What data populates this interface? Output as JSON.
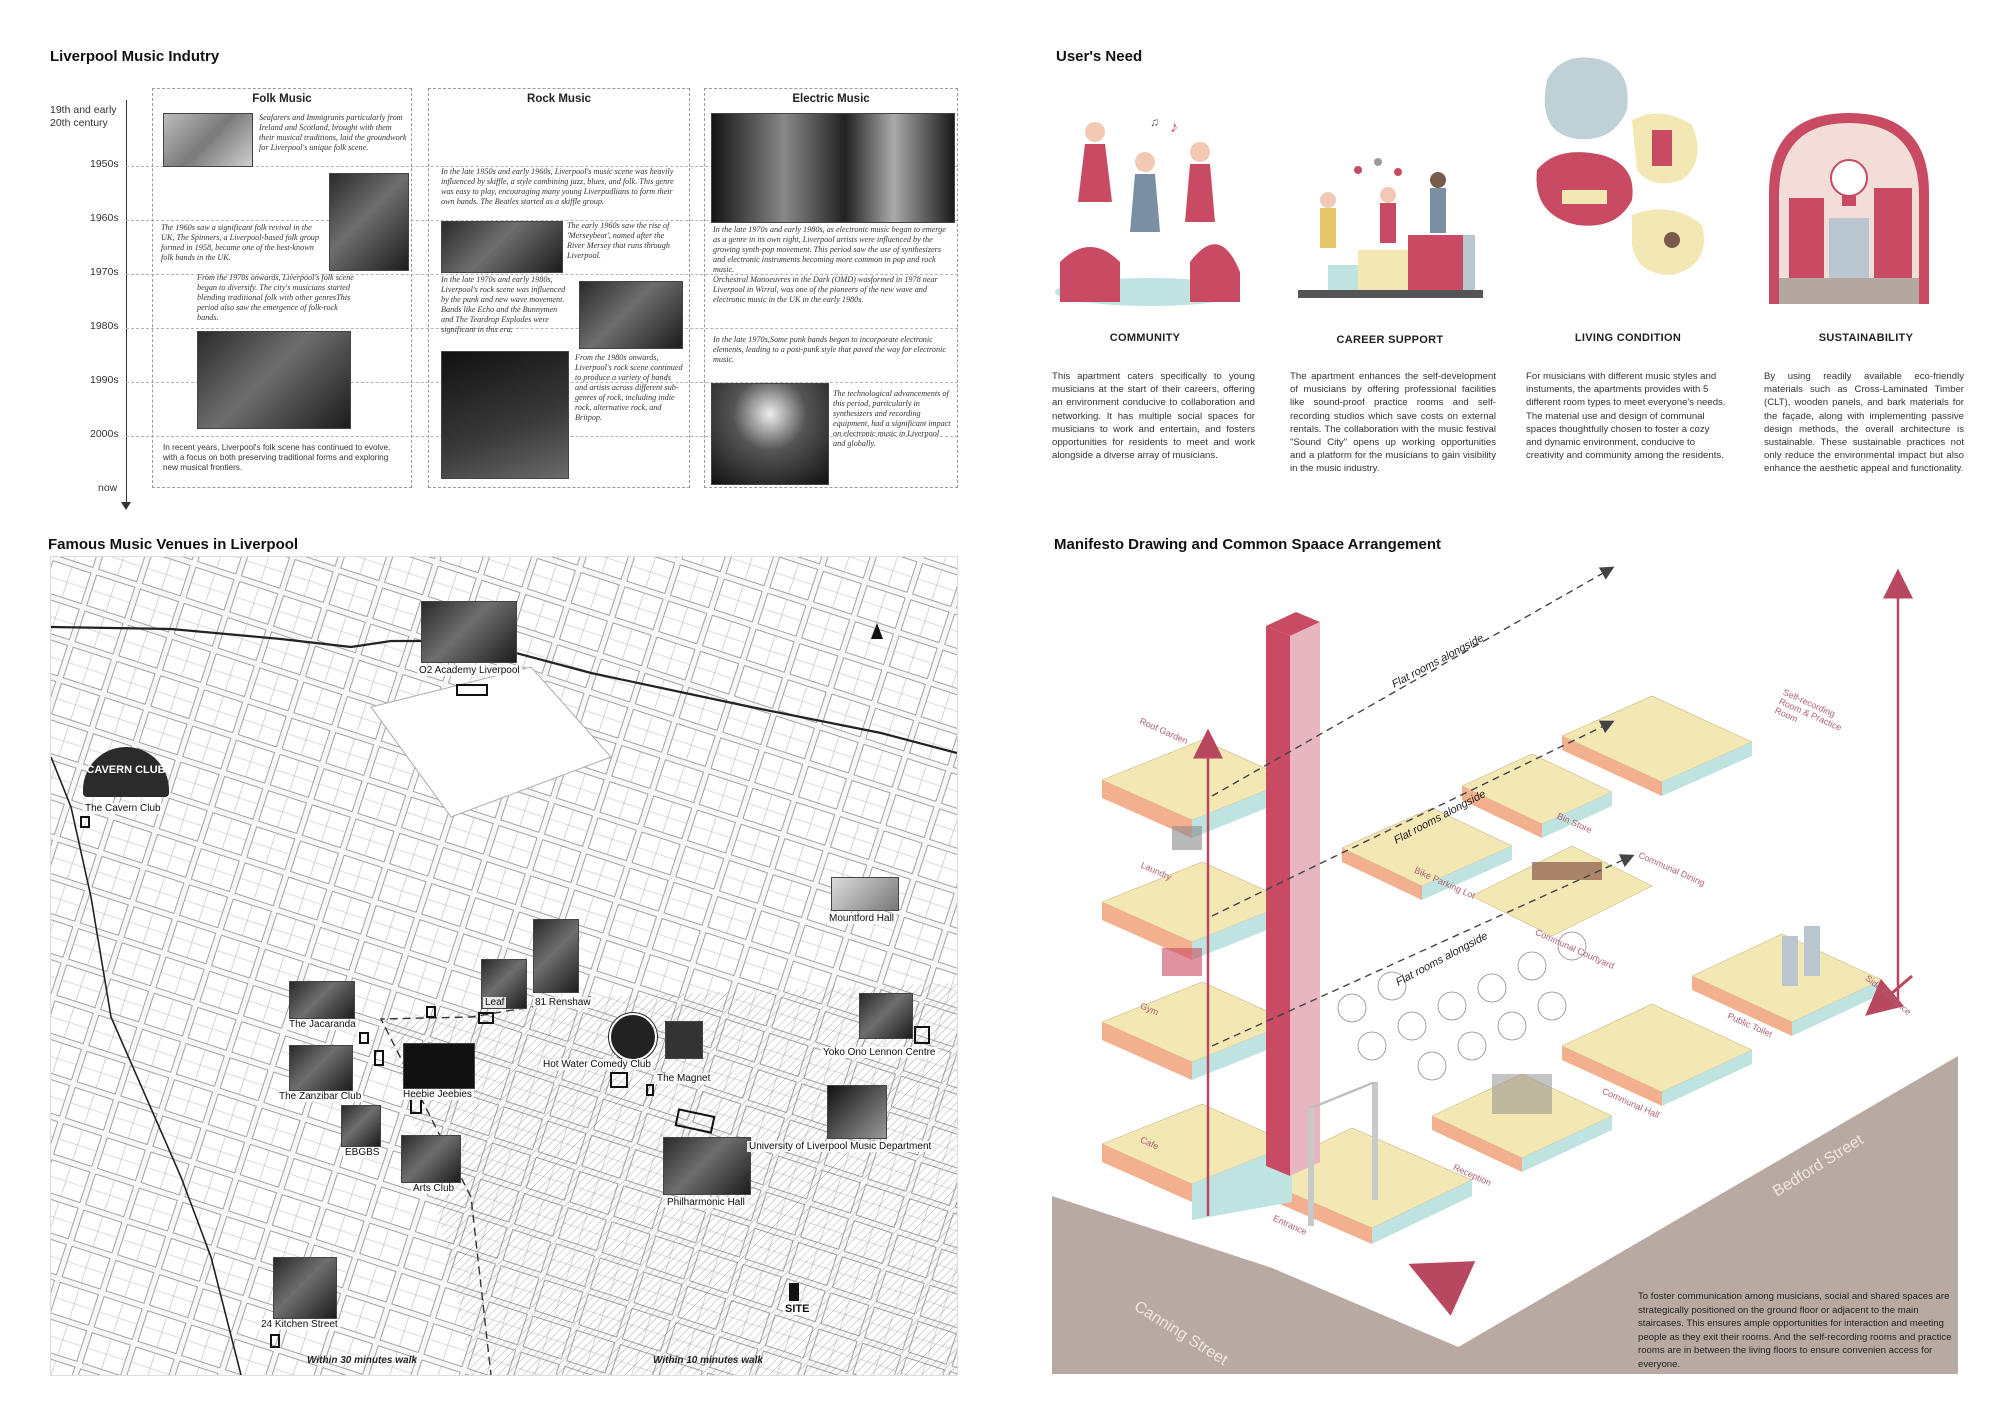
{
  "sections": {
    "industry_title": "Liverpool Music Indutry",
    "needs_title": "User's Need",
    "venues_title": "Famous Music Venues in Liverpool",
    "manifesto_title": "Manifesto Drawing and Common Spaace Arrangement"
  },
  "timeline": {
    "labels": [
      "19th and early 20th century",
      "1950s",
      "1960s",
      "1970s",
      "1980s",
      "1990s",
      "2000s",
      "now"
    ],
    "columns": [
      "Folk Music",
      "Rock Music",
      "Electric  Music"
    ],
    "folk": [
      "Seafarers and Immigrants particularly from Ireland and Scotland, brought with them their musical traditions, laid the groundwork for Liverpool's unique folk scene.",
      "The 1960s saw a significant folk revival in the UK, The Spinners, a Liverpool-based folk group formed in 1958, became one of the best-known folk bands in the UK.",
      "From the 1970s onwards, Liverpool's folk scene began to diversify. The city's musicians started blending traditional folk with other genresThis period also saw the emergence of folk-rock bands.",
      "In recent years, Liverpool's folk scene has continued to evolve, with a focus on both preserving traditional forms and exploring new musical frontiers."
    ],
    "rock": [
      "In the late 1950s and early 1960s, Liverpool's music scene was heavily influenced by skiffle, a style combining jazz, blues, and folk. This genre was easy to play, encouraging many young Liverpudlians to form their own bands. The Beatles started as a skiffle group.",
      "The early 1960s saw the rise of 'Merseybeat', named after the River Mersey that runs through Liverpool.",
      "In the late 1970s and early 1980s, Liverpool's rock scene was influenced by the punk and new wave movement. Bands like Echo and the Bunnymen and The Teardrop Explodes were significant in this era.",
      "From the 1980s onwards, Liverpool's rock scene continued to produce a variety of bands and artists across different sub-genres of rock, including indie rock, alternative rock, and Britpop."
    ],
    "electric": [
      "In the late 1970s and early 1980s, as electronic music began to emerge as a genre in its own right, Liverpool artists were influenced by the growing synth-pop movement. This period saw the use of synthesizers and electronic instruments becoming more common in pop and rock music.",
      "Orchestral Manoeuvres in the Dark (OMD) wasformed in 1978 near Liverpool in Wirral, was one of the pioneers of the new wave and electronic music in the UK in the early 1980s.",
      "In the late 1970s,Some punk bands began to incorporate electronic elements, leading to a post-punk style that paved the way for electronic music.",
      "The technological advancements of this period, particularly in synthesizers and recording equipment, had a significant impact on electronic music in Liverpool and globally."
    ]
  },
  "needs": [
    {
      "title": "COMMUNITY",
      "text": "This apartment caters specifically to young musicians at the start of their careers, offering an environment conducive to collaboration and networking. It has multiple social spaces for musicians to work and entertain, and fosters opportunities for residents to meet and work alongside a diverse array of musicians."
    },
    {
      "title": "CAREER SUPPORT",
      "text": "The apartment enhances the self-development of musicians by offering professional facilities like sound-proof practice rooms and self-recording studios which save costs on external rentals. The collaboration with the music festival \"Sound City\" opens up working opportunities and a platform for the musicians to gain visibility in the music industry."
    },
    {
      "title": "LIVING CONDITION",
      "text": "For musicians with different music styles and instuments, the apartments provides with 5 different room types to meet everyone's needs. The material use and design of communal spaces thoughtfully chosen to foster a cozy and dynamic environment, conducive to creativity and community among the residents."
    },
    {
      "title": "SUSTAINABILITY",
      "text": "By using readily available eco-friendly materials such as Cross-Laminated Timber (CLT), wooden panels, and bark materials for the façade, along with implementing passive design methods, the overall architecture is sustainable. These sustainable practices not only reduce the environmental impact but also enhance the aesthetic appeal and functionality."
    }
  ],
  "venues": {
    "o2": "O2 Academy Liverpool",
    "cavern": "The Cavern Club",
    "cavern_logo": "CAVERN CLUB",
    "mountford": "Mountford Hall",
    "leaf": "Leaf",
    "renshaw": "81 Renshaw",
    "jacaranda": "The Jacaranda",
    "zanzibar": "The Zanzibar Club",
    "heebie": "Heebie Jeebies",
    "ebgbs": "EBGBS",
    "arts": "Arts Club",
    "hotwater": "Hot Water Comedy Club",
    "magnet": "The Magnet",
    "yoko": "Yoko Ono Lennon Centre",
    "uni": "University of Liverpool Music Department",
    "phil": "Philharmonic Hall",
    "kitchen": "24 Kitchen Street",
    "site": "SITE",
    "walk30": "Within 30 minutes walk",
    "walk10": "Within 10 minutes walk"
  },
  "axon": {
    "flat1": "Flat rooms alongside",
    "flat2": "Flat rooms alongside",
    "flat3": "Flat rooms alongside",
    "roof": "Roof Garden",
    "laundry": "Laundry",
    "gym": "Gym",
    "cafe": "Cafe",
    "entrance": "Entrance",
    "reception": "Reception",
    "communal_hall": "Communal Hall",
    "public_toilet": "Public Toilet",
    "bike": "Bike Parking Lot",
    "bin": "Bin Store",
    "dining": "Communal Dining",
    "courtyard": "Communal Courtyard",
    "self_rec": "Self-recording Room & Practice Room",
    "side_entrance": "Side Entrance",
    "canning": "Canning Street",
    "bedford": "Bedford Street",
    "note": "To foster communication among musicians, social and shared spaces are strategically positioned on the ground floor or adjacent to the main staircases. This ensures ample opportunities for interaction and meeting people as they exit their rooms. And the self-recording rooms and practice rooms are in between the living floors to ensure convenien access for everyone."
  },
  "colors": {
    "accent": "#b8485f",
    "floor_top": "#f3e7b4",
    "floor_side": "#f2b08f",
    "floor_edge": "#bfe3e0",
    "ground": "#b8aaa2"
  }
}
